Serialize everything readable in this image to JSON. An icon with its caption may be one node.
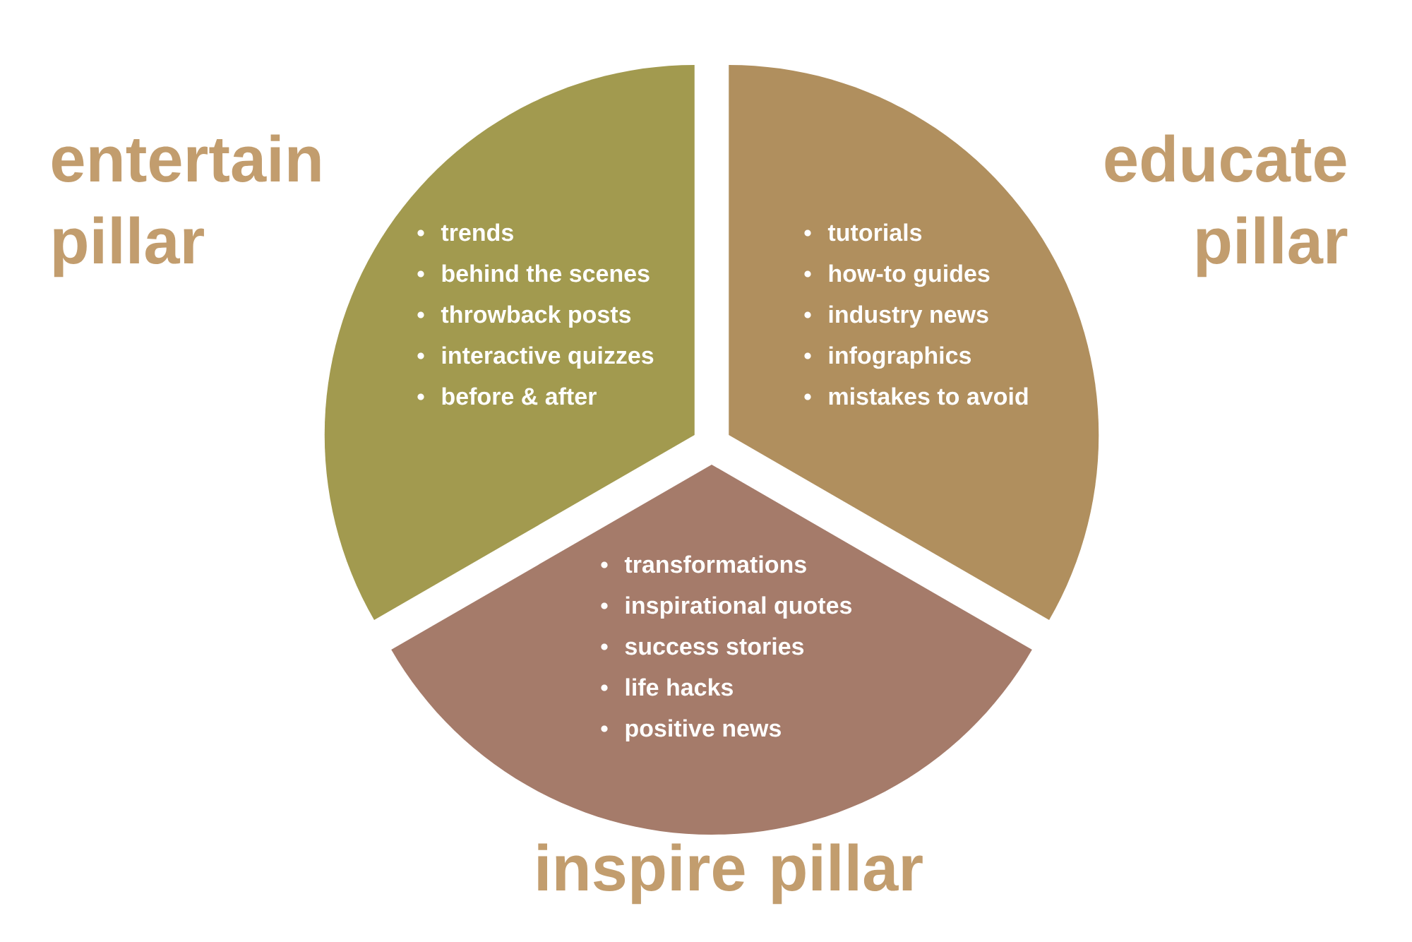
{
  "diagram": {
    "nodes": [
      {
        "text": [
          "trends",
          "behind the scenes",
          "throwback posts",
          "interactive quizzes",
          "before & after"
        ],
        "beside": [
          "entertain pillar"
        ]
      },
      {
        "text": [
          "tutorials",
          "how-to guides",
          "industry news",
          "infographics",
          "mistakes to avoid"
        ],
        "beside": [
          "educate pillar"
        ]
      },
      {
        "text": [
          "transformations",
          "inspirational quotes",
          "success stories",
          "life hacks",
          "positive news"
        ],
        "beside": [
          "inspire pillar"
        ]
      }
    ]
  }
}
